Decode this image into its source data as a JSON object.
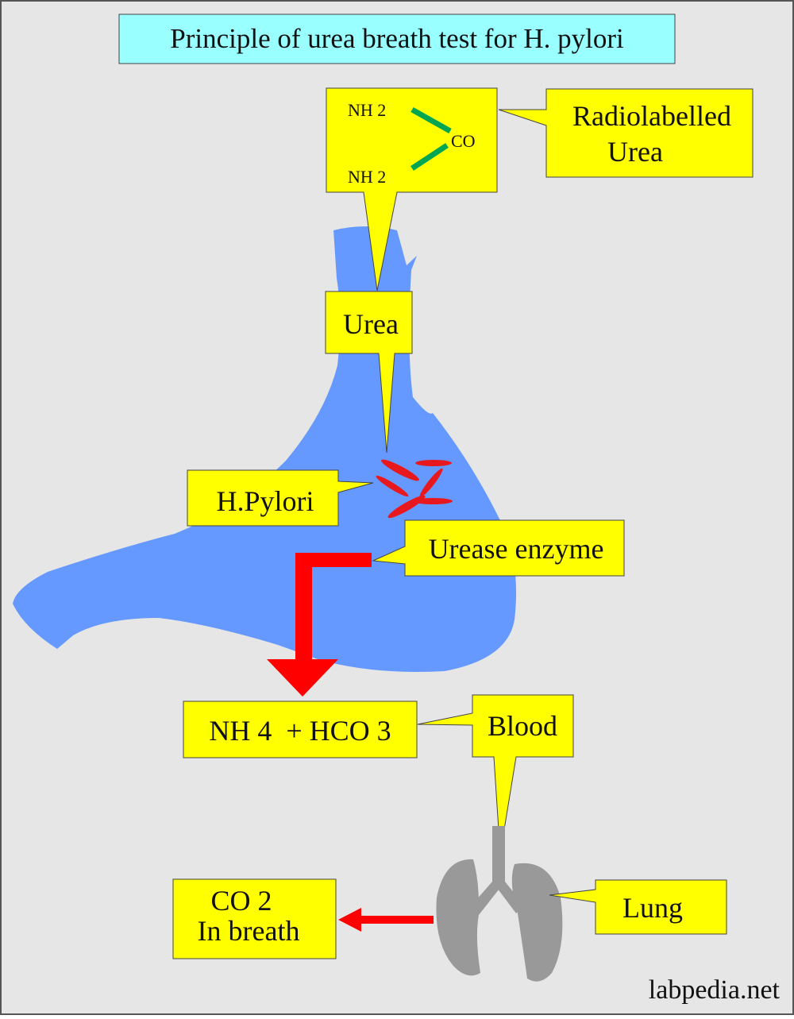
{
  "title": "Principle of urea breath test for H. pylori",
  "molecule": {
    "top_group": "NH 2",
    "bottom_group": "NH 2",
    "center_group": "CO"
  },
  "callouts": {
    "radiolabelled": [
      "Radiolabelled",
      "Urea"
    ],
    "urea": "Urea",
    "hpylori": "H.Pylori",
    "urease": "Urease enzyme",
    "products": "NH 4  + HCO 3",
    "blood": "Blood",
    "lung": "Lung",
    "exhaled": [
      "CO 2",
      "In breath"
    ]
  },
  "watermark": "labpedia.net",
  "colors": {
    "background": "#e6e6e6",
    "callout_fill": "#ffff00",
    "title_fill": "#99ffff",
    "stomach": "#6699ff",
    "bacteria": "#e8191e",
    "bond": "#00a651",
    "arrow": "#ff0000",
    "lung": "#999999"
  }
}
